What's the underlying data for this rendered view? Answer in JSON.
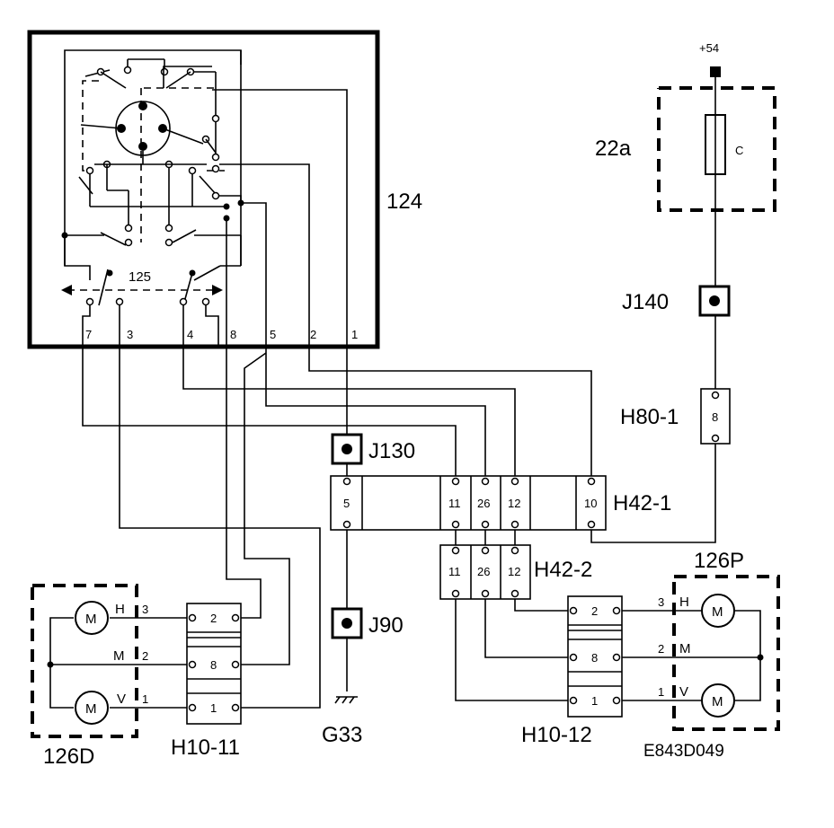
{
  "relay_box": {
    "label": "124",
    "switch_label": "125"
  },
  "relay_pins": [
    "7",
    "3",
    "4",
    "8",
    "5",
    "2",
    "1"
  ],
  "fuse_box": {
    "label": "22a",
    "fuse_letter": "C",
    "supply": "+54"
  },
  "connectors": {
    "j140": "J140",
    "h80": {
      "label": "H80-1",
      "pin": "8"
    },
    "j130": "J130",
    "j90": "J90",
    "ground": "G33"
  },
  "h42_1": {
    "label": "H42-1",
    "pins": [
      "5",
      "11",
      "26",
      "12",
      "10"
    ]
  },
  "h42_2": {
    "label": "H42-2",
    "pins": [
      "11",
      "26",
      "12"
    ]
  },
  "h10_11": {
    "label": "H10-11",
    "pins": [
      "2",
      "8",
      "1"
    ]
  },
  "h10_12": {
    "label": "H10-12",
    "pins": [
      "2",
      "8",
      "1"
    ]
  },
  "motor_left": {
    "label": "126D",
    "motor_symbol": "M",
    "wires": [
      {
        "name": "H",
        "num": "3"
      },
      {
        "name": "M",
        "num": "2"
      },
      {
        "name": "V",
        "num": "1"
      }
    ]
  },
  "motor_right": {
    "label": "126P",
    "motor_symbol": "M",
    "wires": [
      {
        "name": "H",
        "num": "3"
      },
      {
        "name": "M",
        "num": "2"
      },
      {
        "name": "V",
        "num": "1"
      }
    ]
  },
  "doc_ref": "E843D049"
}
